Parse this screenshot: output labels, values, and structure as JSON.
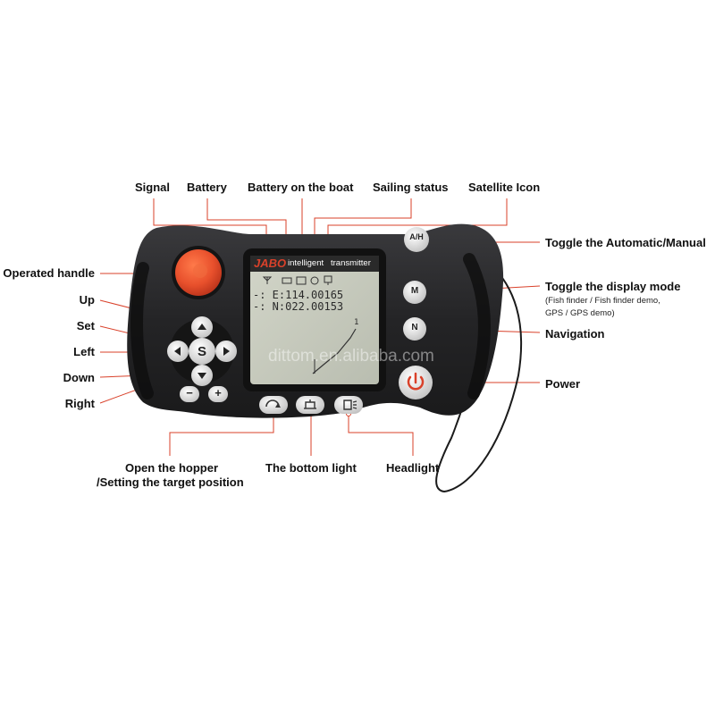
{
  "device": {
    "brand": "JABO",
    "subtitle_left": "intelligent",
    "subtitle_right": "transmitter",
    "screen": {
      "line1": "-: E:114.00165",
      "line2": "-: N:022.00153",
      "trace_label": "1"
    },
    "buttons": {
      "ah": "A/H",
      "m": "M",
      "n": "N",
      "set": "S",
      "minus": "−",
      "plus": "+"
    },
    "watermark": "dittom.en.alibaba.com"
  },
  "labels": {
    "signal": "Signal",
    "battery": "Battery",
    "battery_boat": "Battery on the boat",
    "sailing_status": "Sailing status",
    "satellite_icon": "Satellite Icon",
    "toggle_auto": "Toggle the Automatic/Manual",
    "toggle_display": "Toggle the display mode",
    "toggle_display_sub1": "(Fish finder / Fish finder demo,",
    "toggle_display_sub2": "GPS / GPS demo)",
    "navigation": "Navigation",
    "power": "Power",
    "operated_handle": "Operated handle",
    "up": "Up",
    "set": "Set",
    "left": "Left",
    "down": "Down",
    "right": "Right",
    "open_hopper_1": "Open the hopper",
    "open_hopper_2": "/Setting the target position",
    "bottom_light": "The bottom light",
    "headlight": "Headlight"
  },
  "colors": {
    "accent": "#d9412a",
    "body": "#2c2c2e",
    "lcd": "#c9cdbf",
    "handle": "#e8502c"
  }
}
